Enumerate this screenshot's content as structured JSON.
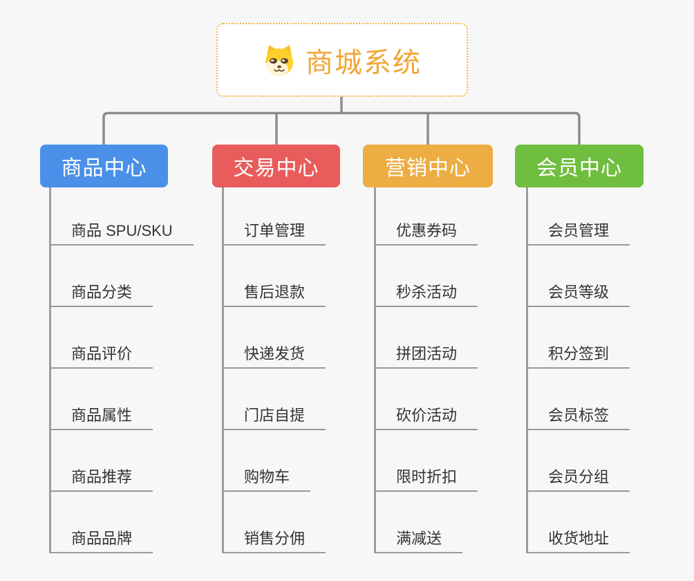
{
  "root": {
    "title": "商城系统",
    "icon": "dog-face-icon"
  },
  "colors": {
    "background": "#F7F7F7",
    "root_border": "#F5B13D",
    "root_text": "#F0A637",
    "connector_line": "#8C8C8C",
    "leaf_underline": "#9A9A9A",
    "leaf_text": "#333333"
  },
  "branches": [
    {
      "label": "商品中心",
      "color": "#4A90E9",
      "children": [
        "商品 SPU/SKU",
        "商品分类",
        "商品评价",
        "商品属性",
        "商品推荐",
        "商品品牌"
      ]
    },
    {
      "label": "交易中心",
      "color": "#E85C5C",
      "children": [
        "订单管理",
        "售后退款",
        "快递发货",
        "门店自提",
        "购物车",
        "销售分佣"
      ]
    },
    {
      "label": "营销中心",
      "color": "#EDAD42",
      "children": [
        "优惠券码",
        "秒杀活动",
        "拼团活动",
        "砍价活动",
        "限时折扣",
        "满减送"
      ]
    },
    {
      "label": "会员中心",
      "color": "#70BE3F",
      "children": [
        "会员管理",
        "会员等级",
        "积分签到",
        "会员标签",
        "会员分组",
        "收货地址"
      ]
    }
  ]
}
